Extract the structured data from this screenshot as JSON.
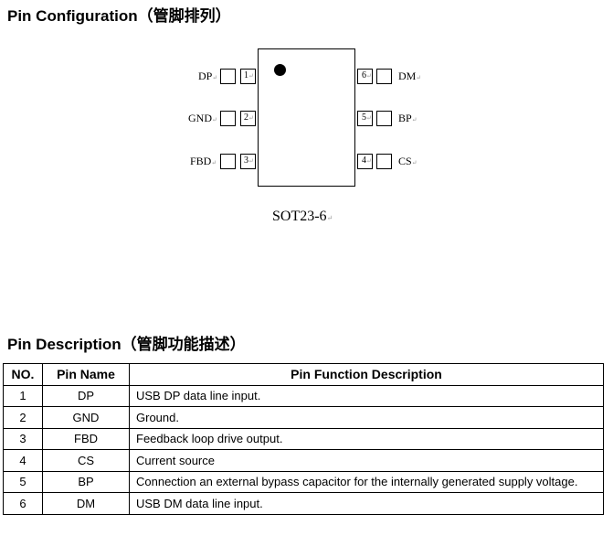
{
  "pin_configuration": {
    "title": "Pin Configuration（管脚排列）",
    "package": "SOT23-6",
    "mark": "↵",
    "pins_left": [
      {
        "num": "1",
        "label": "DP"
      },
      {
        "num": "2",
        "label": "GND"
      },
      {
        "num": "3",
        "label": "FBD"
      }
    ],
    "pins_right": [
      {
        "num": "6",
        "label": "DM"
      },
      {
        "num": "5",
        "label": "BP"
      },
      {
        "num": "4",
        "label": "CS"
      }
    ]
  },
  "pin_description": {
    "title": "Pin Description（管脚功能描述）",
    "headers": [
      "NO.",
      "Pin Name",
      "Pin Function Description"
    ],
    "rows": [
      [
        "1",
        "DP",
        "USB DP data line input."
      ],
      [
        "2",
        "GND",
        "Ground."
      ],
      [
        "3",
        "FBD",
        "Feedback loop drive output."
      ],
      [
        "4",
        "CS",
        "Current source"
      ],
      [
        "5",
        "BP",
        "Connection an external bypass capacitor for the internally generated supply voltage."
      ],
      [
        "6",
        "DM",
        "USB DM data line input."
      ]
    ]
  }
}
